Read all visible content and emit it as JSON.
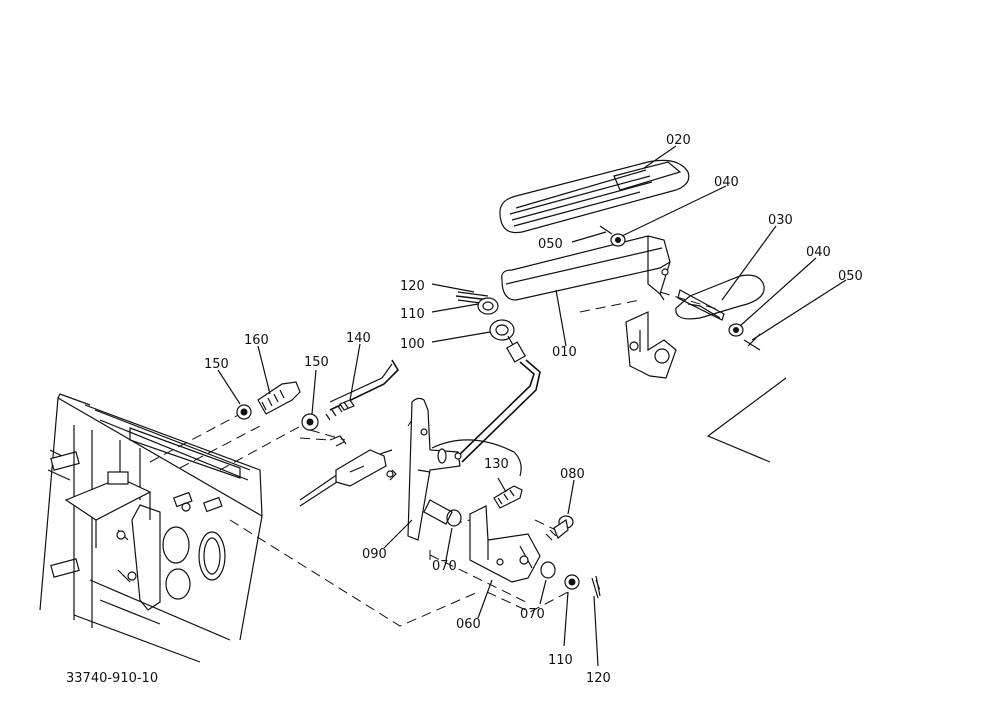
{
  "drawing_number": "33740-910-10",
  "callouts": {
    "c010": "010",
    "c020": "020",
    "c030": "030",
    "c040a": "040",
    "c040b": "040",
    "c050a": "050",
    "c050b": "050",
    "c060": "060",
    "c070a": "070",
    "c070b": "070",
    "c080": "080",
    "c090": "090",
    "c100": "100",
    "c110a": "110",
    "c110b": "110",
    "c120a": "120",
    "c120b": "120",
    "c130": "130",
    "c140": "140",
    "c150a": "150",
    "c150b": "150",
    "c160": "160"
  }
}
